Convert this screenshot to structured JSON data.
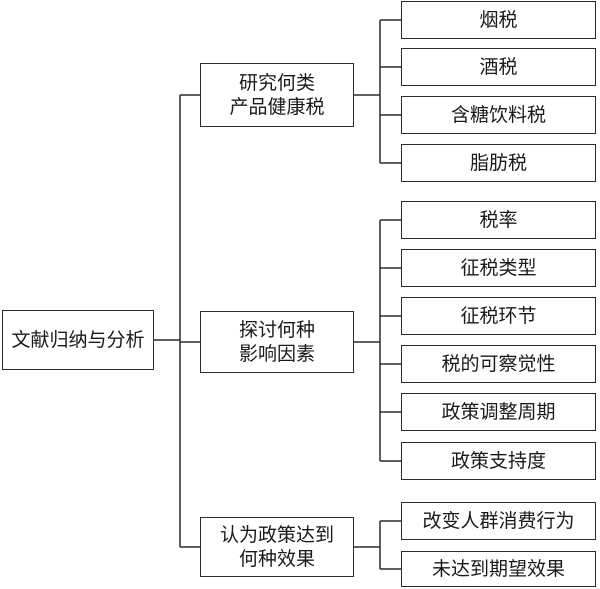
{
  "root": {
    "label": "文献归纳与分析"
  },
  "branches": [
    {
      "lines": [
        "研究何类",
        "产品健康税"
      ],
      "leaves": [
        "烟税",
        "酒税",
        "含糖饮料税",
        "脂肪税"
      ]
    },
    {
      "lines": [
        "探讨何种",
        "影响因素"
      ],
      "leaves": [
        "税率",
        "征税类型",
        "征税环节",
        "税的可察觉性",
        "政策调整周期",
        "政策支持度"
      ]
    },
    {
      "lines": [
        "认为政策达到",
        "何种效果"
      ],
      "leaves": [
        "改变人群消费行为",
        "未达到期望效果"
      ]
    }
  ]
}
